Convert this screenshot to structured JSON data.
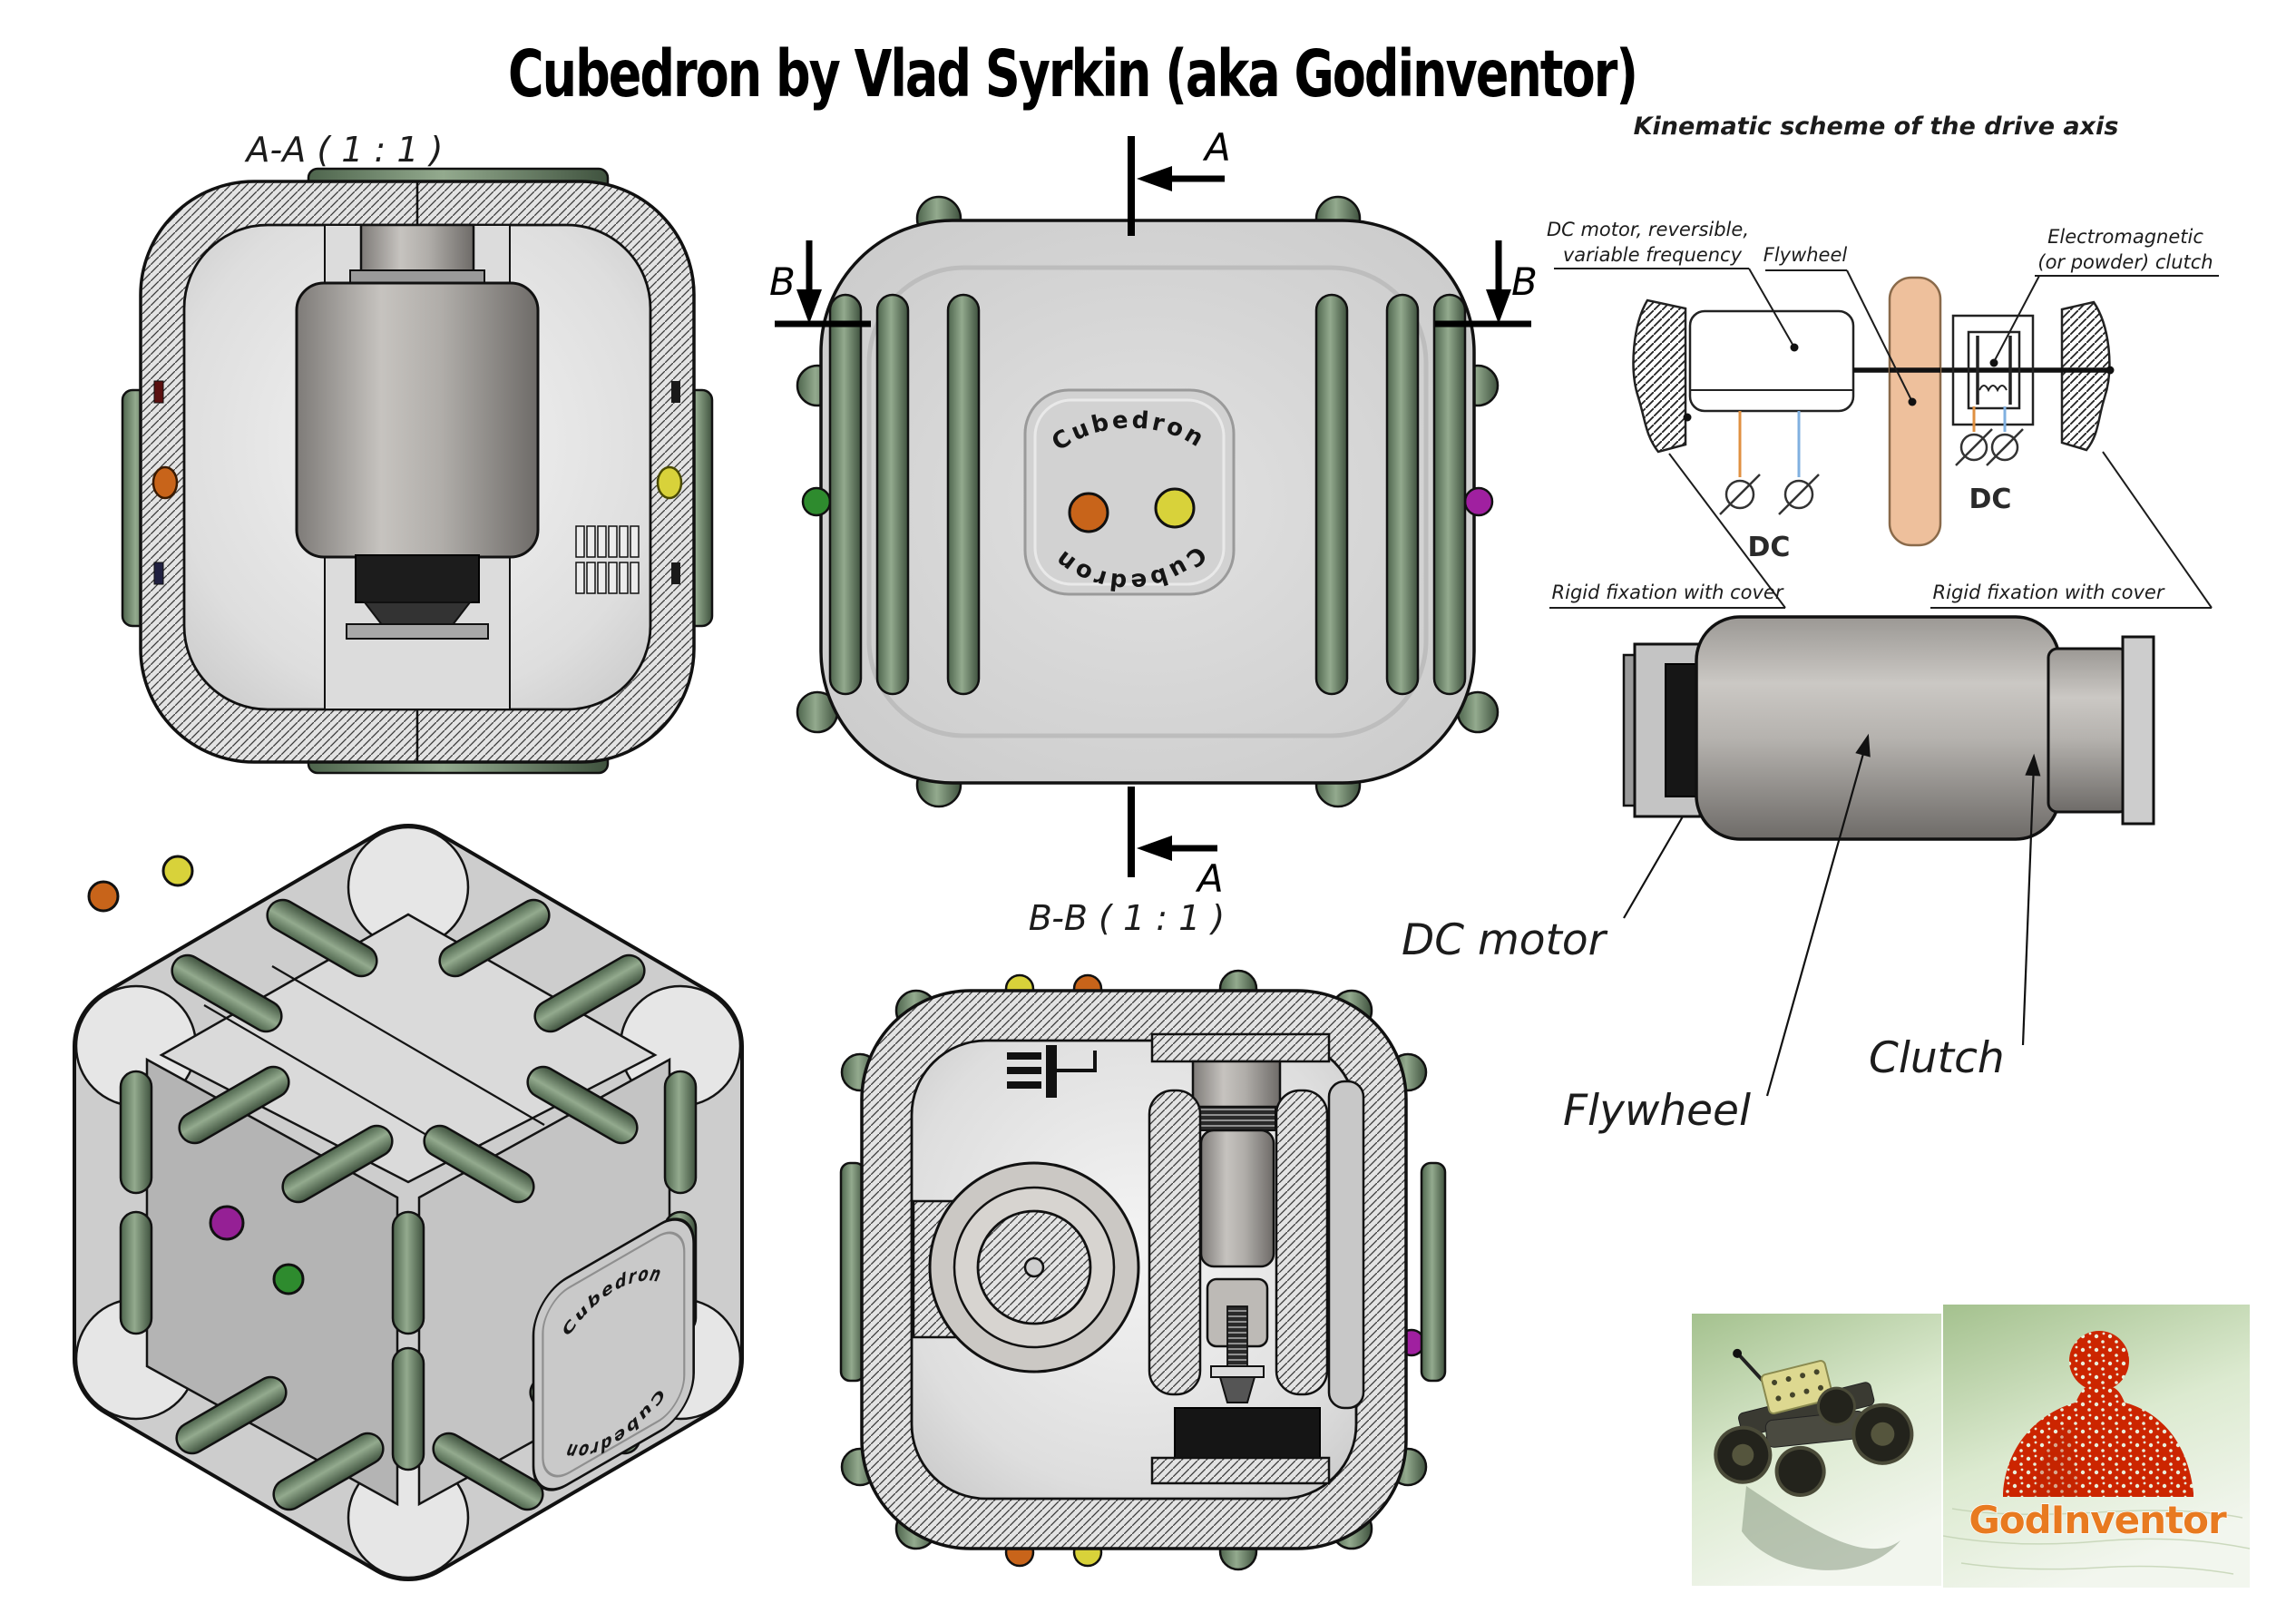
{
  "title": "Cubedron  by Vlad Syrkin (aka Godinventor)",
  "views": {
    "aa_label": "A-A ( 1 : 1 )",
    "bb_label": "B-B ( 1 : 1 )",
    "mark_a_top": "A",
    "mark_a_bottom": "A",
    "mark_b_left": "B",
    "mark_b_right": "B",
    "brand_top": "Cubedron",
    "brand_bottom": "Cubedron",
    "iso_brand_top": "Cubedron",
    "iso_brand_bottom": "Cubedron"
  },
  "kinematic": {
    "title": "Kinematic scheme of the drive axis",
    "motor_label_1": "DC motor, reversible,",
    "motor_label_2": "variable frequency",
    "flywheel_label": "Flywheel",
    "clutch_label_1": "Electromagnetic",
    "clutch_label_2": "(or powder) clutch",
    "dc_left": "DC",
    "dc_right": "DC",
    "fixation_left": "Rigid fixation with cover",
    "fixation_right": "Rigid fixation with cover"
  },
  "assembly": {
    "dc_motor_label": "DC motor",
    "flywheel_label": "Flywheel",
    "clutch_label": "Clutch"
  },
  "branding": {
    "logo_text": "GodInventor"
  },
  "colors": {
    "accent_green": "#7d947b",
    "dot_orange": "#c8641a",
    "dot_yellow": "#d8d23a",
    "dot_purple": "#952095",
    "dot_green": "#2e8b2e",
    "dot_magenta": "#a020a0",
    "flywheel_tan": "#eec09c",
    "wire_orange": "#e09040",
    "wire_blue": "#80b0e0",
    "logo_red": "#cc2500",
    "logo_orange": "#e87a20"
  }
}
